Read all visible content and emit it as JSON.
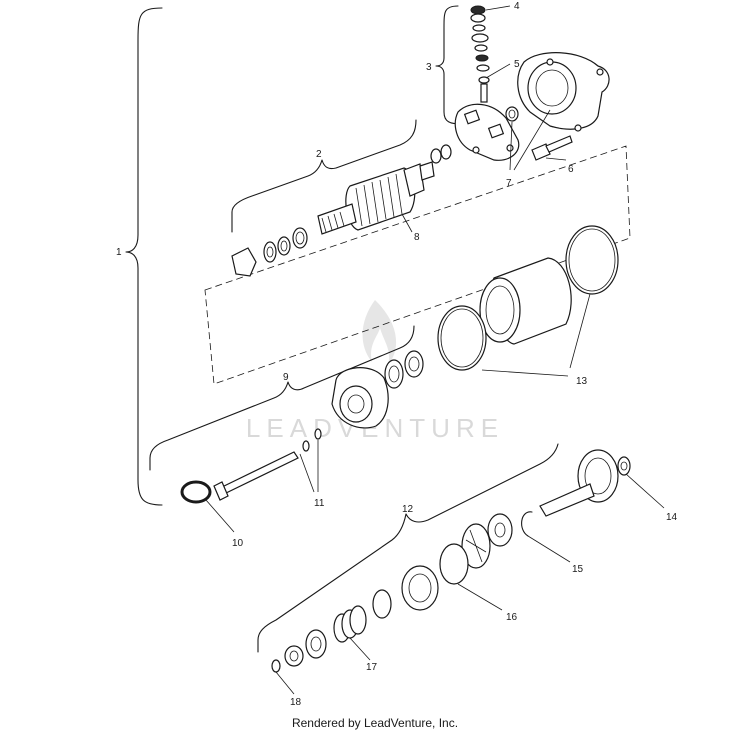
{
  "callouts": {
    "c1": "1",
    "c2": "2",
    "c3": "3",
    "c4": "4",
    "c5": "5",
    "c6": "6",
    "c7": "7",
    "c8": "8",
    "c9": "9",
    "c10": "10",
    "c11": "11",
    "c12": "12",
    "c13": "13",
    "c14": "14",
    "c15": "15",
    "c16": "16",
    "c17": "17",
    "c18": "18"
  },
  "watermark": {
    "text": "LEADVENTURE"
  },
  "footer": {
    "text": "Rendered by LeadVenture, Inc."
  },
  "colors": {
    "line": "#1a1a1a",
    "watermark": "#d9d9d9",
    "background": "#ffffff"
  }
}
